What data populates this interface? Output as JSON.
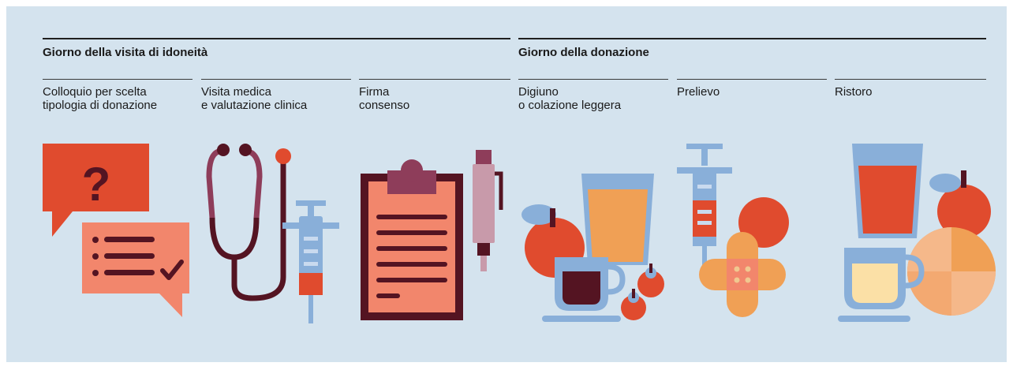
{
  "phases": [
    {
      "title": "Giorno della visita di idoneità"
    },
    {
      "title": "Giorno della donazione"
    }
  ],
  "steps": [
    {
      "label": "Colloquio per scelta\ntipologia di donazione",
      "icon": "speech-bubbles-icon"
    },
    {
      "label": "Visita medica\ne valutazione clinica",
      "icon": "stethoscope-syringe-icon"
    },
    {
      "label": "Firma\nconsenso",
      "icon": "clipboard-pen-icon"
    },
    {
      "label": "Digiuno\no colazione leggera",
      "icon": "breakfast-icon"
    },
    {
      "label": "Prelievo",
      "icon": "syringe-bandage-icon"
    },
    {
      "label": "Ristoro",
      "icon": "refreshment-icon"
    }
  ],
  "colors": {
    "background": "#d4e3ee",
    "red_orange": "#e04b2e",
    "salmon": "#f2866c",
    "dark_maroon": "#541422",
    "light_blue": "#89afd9",
    "orange": "#f0a055",
    "pink": "#c89aaa"
  }
}
